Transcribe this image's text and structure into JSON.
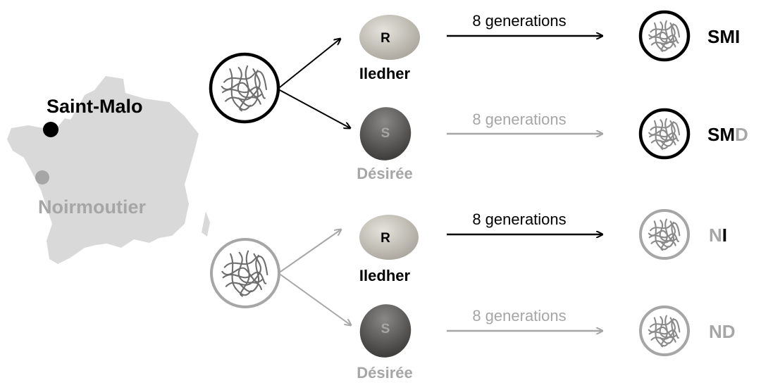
{
  "map": {
    "label_saint_malo": "Saint-Malo",
    "label_noirmoutier": "Noirmoutier"
  },
  "potatoes": {
    "resistant_letter": "R",
    "susceptible_letter": "S",
    "resistant_name": "Iledher",
    "susceptible_name": "Désirée"
  },
  "arrows": {
    "label": "8 generations"
  },
  "results": {
    "smi": {
      "prefix": "SM",
      "suffix": "I"
    },
    "smd": {
      "prefix": "SM",
      "suffix": "D"
    },
    "ni": {
      "prefix": "N",
      "suffix": "I"
    },
    "nd": {
      "prefix": "N",
      "suffix": "D"
    }
  },
  "colors": {
    "black": "#000000",
    "grey": "#a6a6a6",
    "map_fill": "#d9d9d9",
    "potato_r": "#c4c1b8",
    "potato_s": "#5a5856"
  }
}
